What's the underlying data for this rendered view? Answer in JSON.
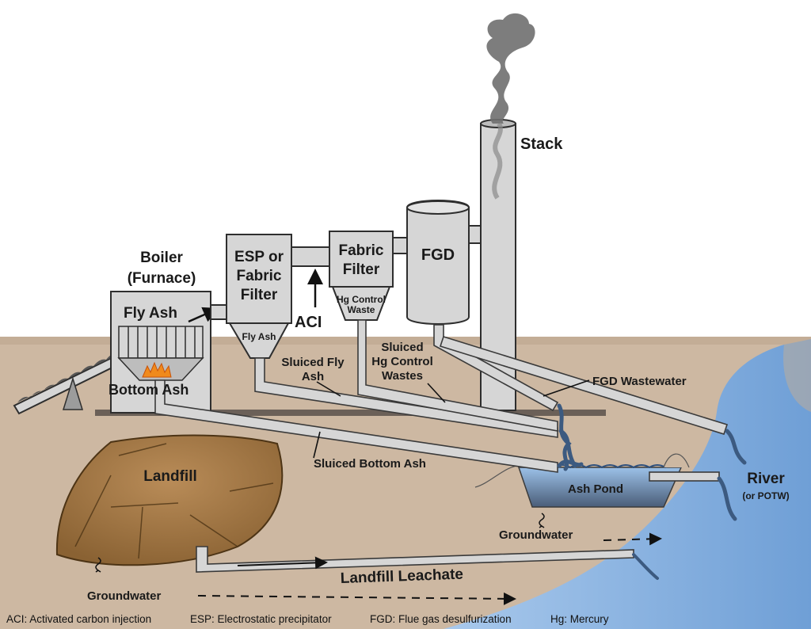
{
  "labels": {
    "stack": "Stack",
    "boiler_line1": "Boiler",
    "boiler_line2": "(Furnace)",
    "esp_line1": "ESP or",
    "esp_line2": "Fabric",
    "esp_line3": "Filter",
    "fabric_line1": "Fabric",
    "fabric_line2": "Filter",
    "fgd": "FGD",
    "fly_ash_boiler": "Fly Ash",
    "fly_ash_hopper": "Fly Ash",
    "hg_line1": "Hg Control",
    "hg_line2": "Waste",
    "aci": "ACI",
    "bottom_ash": "Bottom Ash",
    "sluiced_fly_line1": "Sluiced Fly",
    "sluiced_fly_line2": "Ash",
    "sluiced_hg_line1": "Sluiced",
    "sluiced_hg_line2": "Hg Control",
    "sluiced_hg_line3": "Wastes",
    "fgd_wastewater": "FGD Wastewater",
    "sluiced_bottom_ash": "Sluiced Bottom Ash",
    "landfill": "Landfill",
    "ash_pond": "Ash Pond",
    "river_line1": "River",
    "river_line2": "(or POTW)",
    "groundwater_right": "Groundwater",
    "groundwater_left": "Groundwater",
    "landfill_leachate": "Landfill Leachate"
  },
  "legend": {
    "aci": "ACI: Activated carbon injection",
    "esp": "ESP: Electrostatic precipitator",
    "fgd": "FGD: Flue gas desulfurization",
    "hg": "Hg: Mercury"
  },
  "colors": {
    "sky": "#ffffff",
    "ground": "#cdb8a2",
    "structure": "#d6d6d6",
    "outline": "#2e2e2e",
    "water": "#8fb8e3",
    "landfill": "#a97f4f",
    "fire": "#f08a1c"
  }
}
